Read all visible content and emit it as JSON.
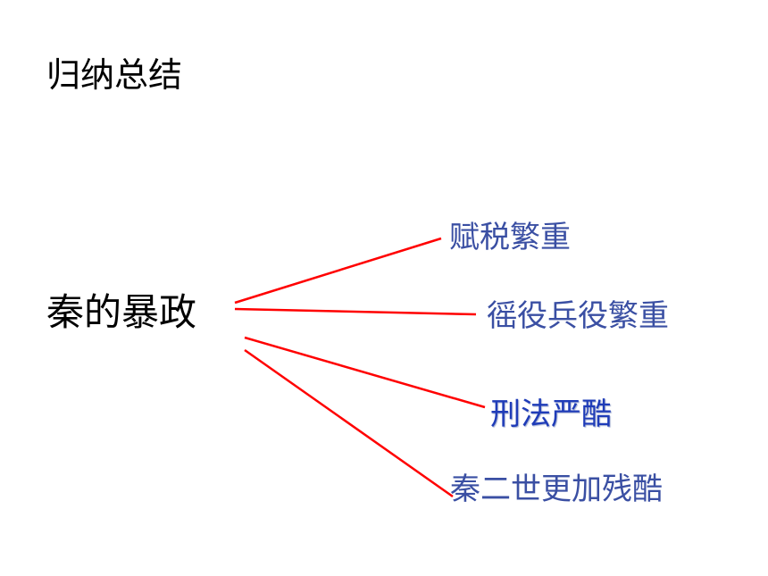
{
  "slide": {
    "title": "归纳总结",
    "root_label": "秦的暴政",
    "branches": [
      {
        "label": "赋税繁重",
        "color": "#3a4fa3"
      },
      {
        "label": "徭役兵役繁重",
        "color": "#3a4fa3"
      },
      {
        "label": "刑法严酷",
        "color": "#1f3cb8"
      },
      {
        "label": "秦二世更加残酷",
        "color": "#3a4fa3"
      }
    ],
    "connector_color": "#ff0000"
  }
}
